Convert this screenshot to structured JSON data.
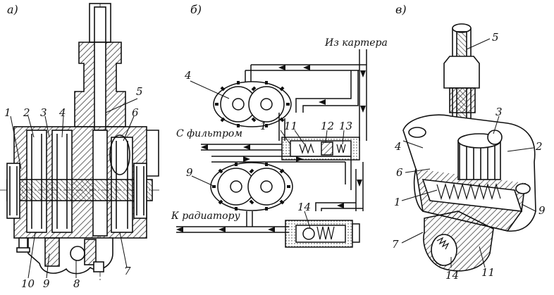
{
  "panels": {
    "a": {
      "letter": "а)",
      "numbers": {
        "n1": "1",
        "n2": "2",
        "n3": "3",
        "n4": "4",
        "n5": "5",
        "n6": "6",
        "n7": "7",
        "n8": "8",
        "n9": "9",
        "n10": "10"
      }
    },
    "b": {
      "letter": "б)",
      "from_crankcase": "Из картера",
      "to_filter": "С фильтром",
      "to_radiator": "К радиатору",
      "numbers": {
        "n1": "1",
        "n4": "4",
        "n9": "9",
        "n11": "11",
        "n12": "12",
        "n13": "13",
        "n14": "14"
      }
    },
    "c": {
      "letter": "в)",
      "numbers": {
        "n1": "1",
        "n2": "2",
        "n3": "3",
        "n4": "4",
        "n5": "5",
        "n6": "6",
        "n7": "7",
        "n9": "9",
        "n11": "11",
        "n14": "14"
      }
    }
  }
}
